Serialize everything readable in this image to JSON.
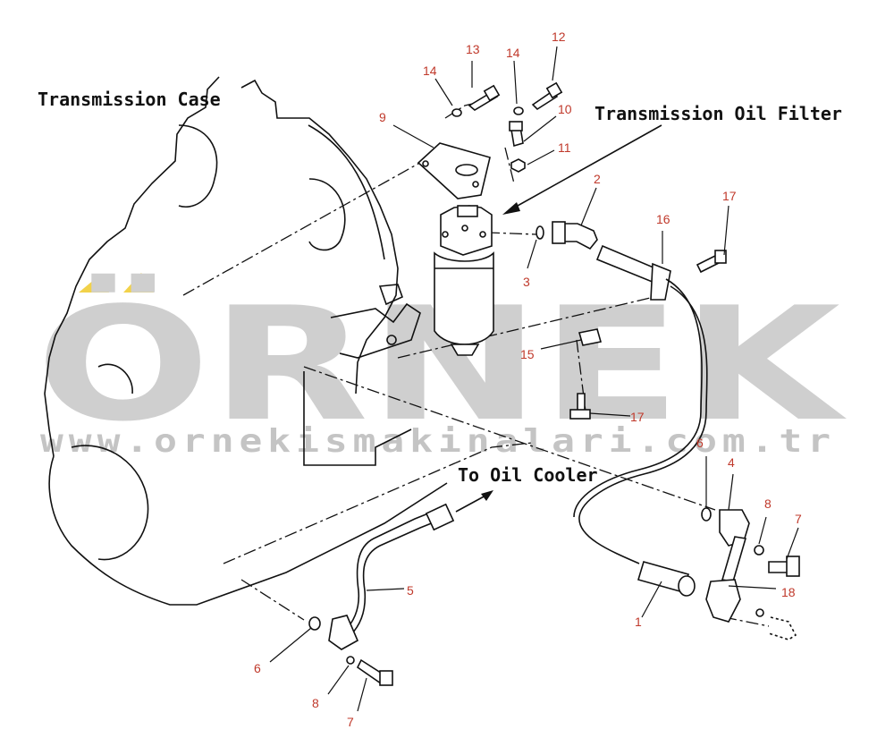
{
  "labels": {
    "transmission_case": "Transmission Case",
    "transmission_oil_filter": "Transmission Oil Filter",
    "to_oil_cooler": "To Oil Cooler"
  },
  "watermark": {
    "brand": "ÖRNEK",
    "url": "www.ornekismakinalari.com.tr",
    "accent_color": "#f2d24a",
    "color": "#cfcfcf"
  },
  "part_numbers": {
    "n13": "13",
    "n12": "12",
    "n14a": "14",
    "n14b": "14",
    "n9": "9",
    "n10": "10",
    "n11": "11",
    "n2": "2",
    "n17a": "17",
    "n16": "16",
    "n3": "3",
    "n15": "15",
    "n17b": "17",
    "n6a": "6",
    "n4": "4",
    "n8a": "8",
    "n7a": "7",
    "n18": "18",
    "n1": "1",
    "n5": "5",
    "n6b": "6",
    "n8b": "8",
    "n7b": "7"
  },
  "colors": {
    "line": "#111111",
    "callout": "#c0392b"
  }
}
